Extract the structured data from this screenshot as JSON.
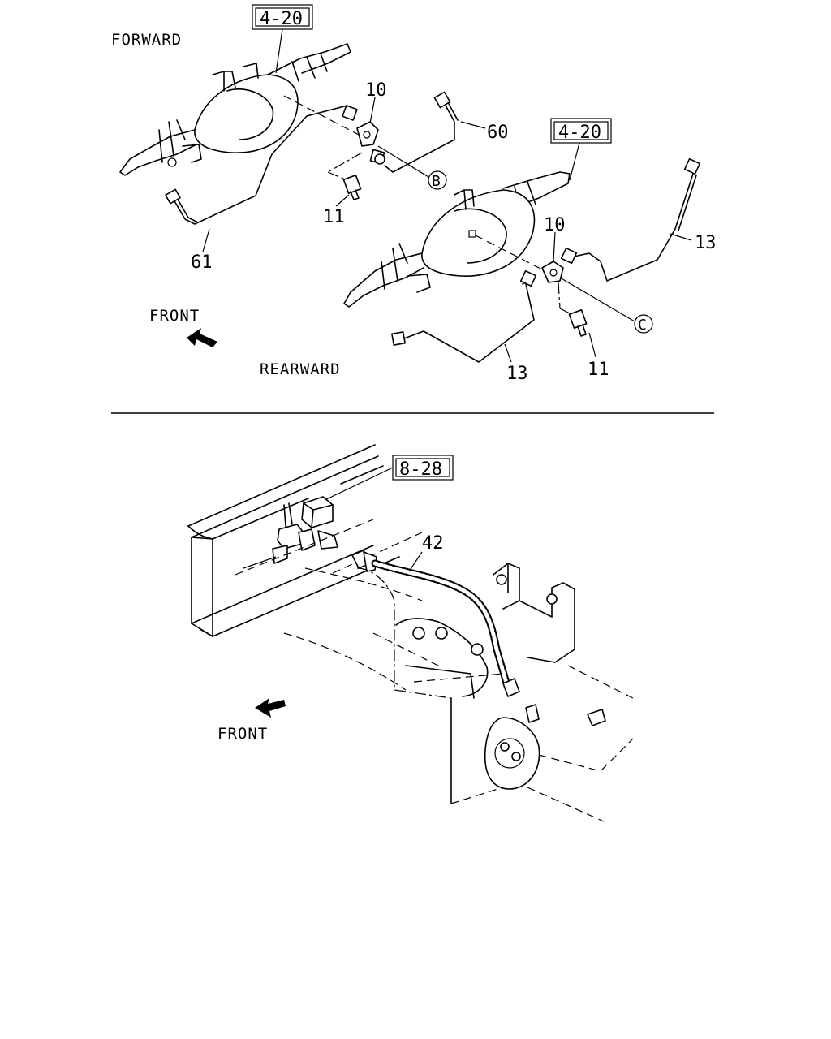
{
  "top": {
    "forward_label": "FORWARD",
    "rearward_label": "REARWARD",
    "front_label": "FRONT",
    "ref_box_left": "4-20",
    "ref_box_right": "4-20",
    "part_numbers": {
      "p10_left": "10",
      "p10_right": "10",
      "p11_left": "11",
      "p11_right": "11",
      "p13_right": "13",
      "p13_bottom": "13",
      "p60": "60",
      "p61": "61"
    },
    "callouts": {
      "b": "B",
      "c": "C"
    }
  },
  "bottom": {
    "ref_box": "8-28",
    "part_42": "42",
    "front_label": "FRONT"
  }
}
